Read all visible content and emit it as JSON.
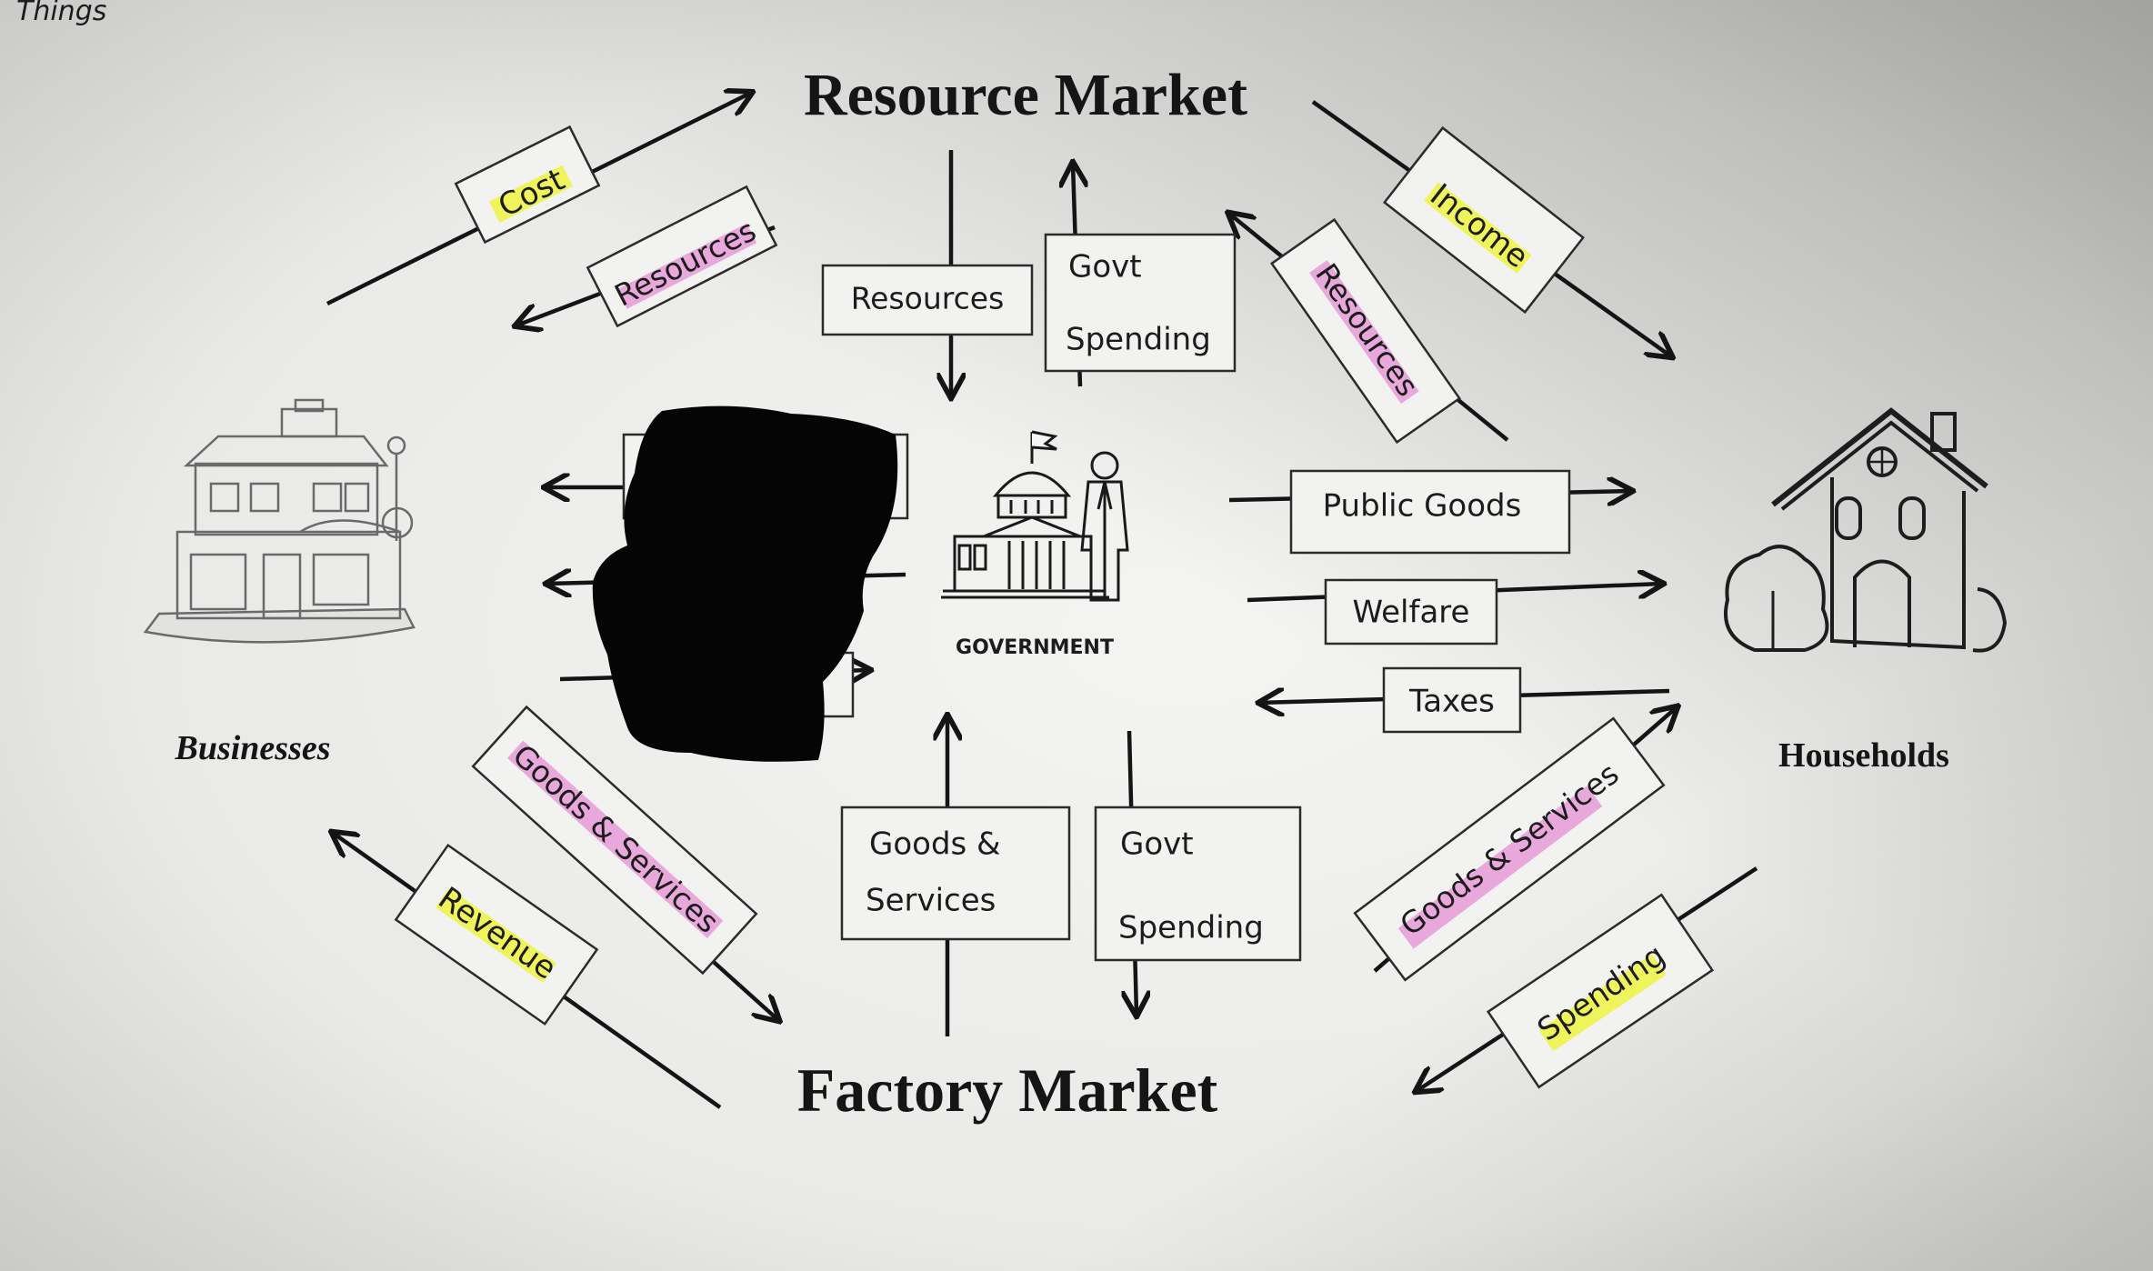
{
  "note": "Things",
  "markets": {
    "resource": "Resource Market",
    "factory": "Factory Market"
  },
  "actors": {
    "businesses": "Businesses",
    "households": "Households",
    "government": "GOVERNMENT"
  },
  "flows": {
    "cost": "Cost",
    "resources_to_business": "Resources",
    "resources_to_govt": "Resources",
    "govt_spending_top_1": "Govt",
    "govt_spending_top_2": "Spending",
    "resources_from_households": "Resources",
    "income": "Income",
    "public_goods": "Public Goods",
    "welfare": "Welfare",
    "taxes": "Taxes",
    "goods_services_from_business": "Goods & Services",
    "revenue": "Revenue",
    "goods_services_govt_1": "Goods &",
    "goods_services_govt_2": "Services",
    "govt_spending_bottom_1": "Govt",
    "govt_spending_bottom_2": "Spending",
    "goods_services_to_households": "Goods & Services",
    "spending": "Spending"
  },
  "colors": {
    "highlight_yellow": "#f0f542",
    "highlight_pink": "#e58fd6",
    "redaction": "#050505"
  }
}
